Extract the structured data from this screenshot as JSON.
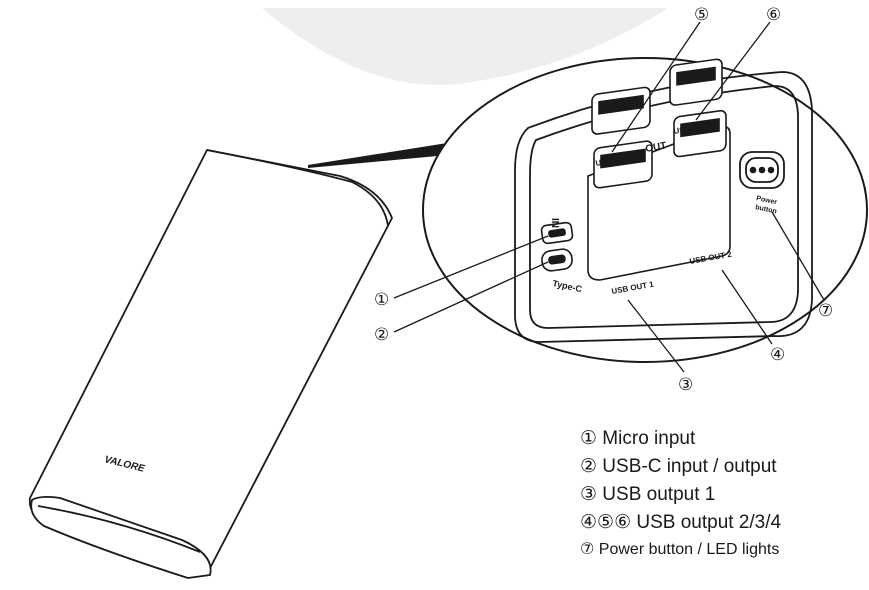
{
  "device": {
    "brand": "VALORE"
  },
  "panel": {
    "in_label": "IN",
    "typec_label": "Type-C",
    "out_label": "OUT",
    "usb_out_1": "USB OUT 1",
    "usb_out_2": "USB OUT 2",
    "usb_out_3": "USB OUT 3",
    "usb_out_4": "USB OUT 4",
    "power_label_1": "Power",
    "power_label_2": "button"
  },
  "callouts": [
    "①",
    "②",
    "③",
    "④",
    "⑤",
    "⑥",
    "⑦"
  ],
  "legend": [
    "① Micro input",
    "② USB-C input / output",
    "③ USB output 1",
    "④⑤⑥ USB output 2/3/4",
    "⑦ Power button / LED lights"
  ],
  "colors": {
    "stroke": "#1a1a1a",
    "bubble": "#eeeeef"
  }
}
